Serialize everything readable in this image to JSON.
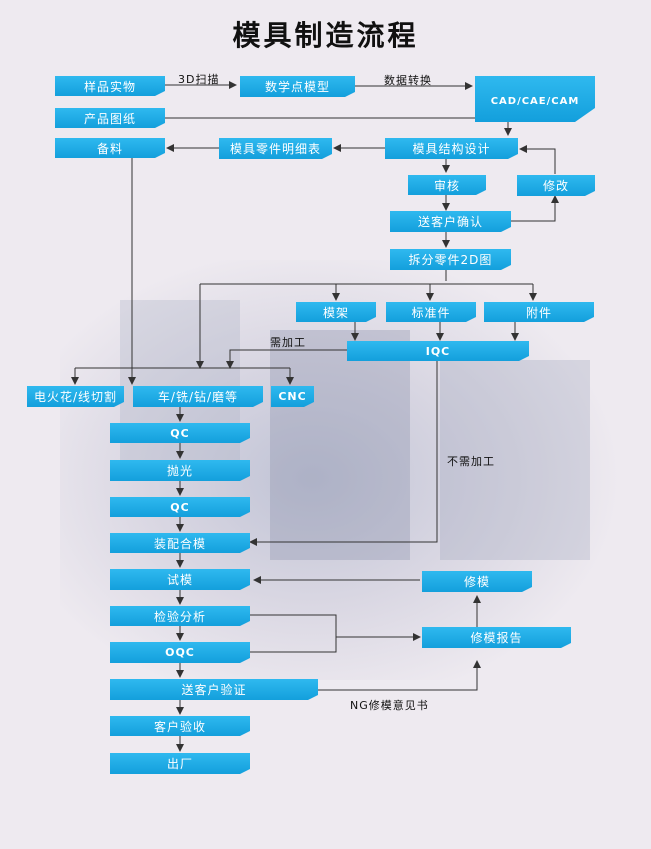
{
  "title": "模具制造流程",
  "colors": {
    "box": "#1ba8e3",
    "line": "#333333",
    "background": "#eeeaf0"
  },
  "nodes": {
    "sample": "样品实物",
    "digital_model": "数学点模型",
    "cad": "CAD/CAE/CAM",
    "drawing": "产品图纸",
    "material": "备料",
    "parts_list": "模具零件明细表",
    "structure_design": "模具结构设计",
    "review": "审核",
    "modify": "修改",
    "customer_confirm": "送客户确认",
    "split_2d": "拆分零件2D图",
    "mold_frame": "模架",
    "standard_parts": "标准件",
    "accessories": "附件",
    "iqc": "IQC",
    "edm": "电火花/线切割",
    "machining": "车/铣/钻/磨等",
    "cnc": "CNC",
    "qc1": "QC",
    "polish": "抛光",
    "qc2": "QC",
    "assembly": "装配合模",
    "trial": "试模",
    "repair": "修模",
    "inspection": "检验分析",
    "repair_report": "修模报告",
    "oqc": "OQC",
    "customer_verify": "送客户验证",
    "acceptance": "客户验收",
    "shipment": "出厂"
  },
  "edge_labels": {
    "scan": "3D扫描",
    "convert": "数据转换",
    "need_processing": "需加工",
    "no_processing": "不需加工",
    "ng_notice": "NG修模意见书"
  }
}
